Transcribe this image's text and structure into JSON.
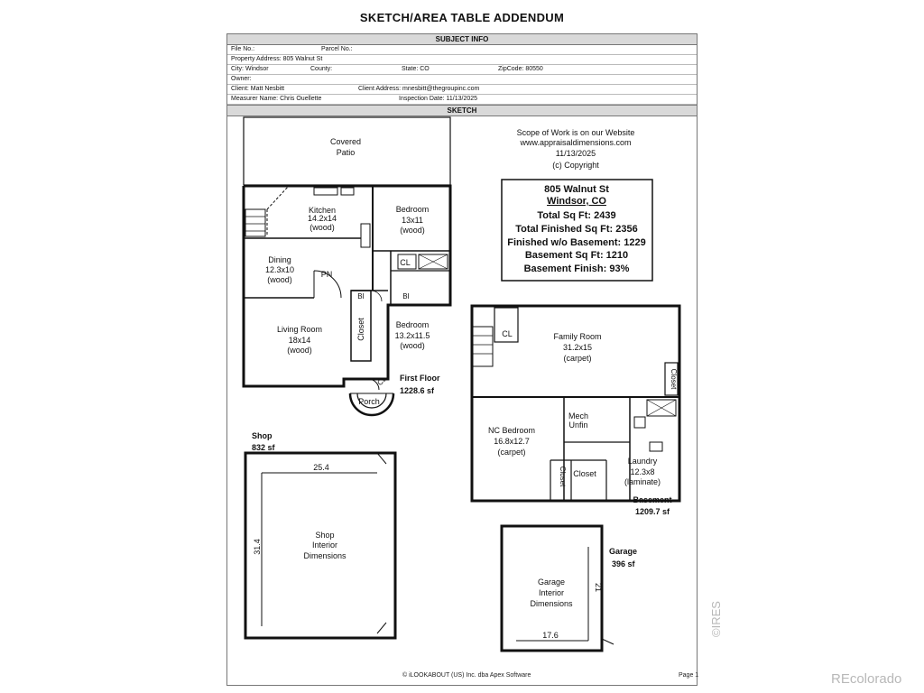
{
  "page_title": "SKETCH/AREA TABLE ADDENDUM",
  "subject": {
    "header": "SUBJECT INFO",
    "file_no_label": "File No.:",
    "parcel_no_label": "Parcel No.:",
    "property_address": "Property Address: 805 Walnut St",
    "city": "City: Windsor",
    "county_label": "County:",
    "state": "State: CO",
    "zipcode": "ZipCode: 80550",
    "owner_label": "Owner:",
    "client": "Client: Matt Nesbitt",
    "client_address": "Client Address: mnesbitt@thegroupinc.com",
    "measurer": "Measurer Name: Chris Ouellette",
    "inspection_date": "Inspection Date: 11/13/2025"
  },
  "sketch_header": "SKETCH",
  "scope": {
    "line1": "Scope of Work is on our Website",
    "line2": "www.appraisaldimensions.com",
    "line3": "11/13/2025",
    "line4": "(c) Copyright"
  },
  "summary": {
    "address": "805 Walnut St",
    "city": "Windsor, CO",
    "total_sqft": "Total Sq Ft: 2439",
    "total_finished": "Total Finished Sq Ft: 2356",
    "finished_wo_basement": "Finished w/o Basement: 1229",
    "basement_sqft": "Basement Sq Ft: 1210",
    "basement_finish": "Basement Finish: 93%"
  },
  "first_floor": {
    "label": "First Floor",
    "area": "1228.6 sf",
    "covered_patio": [
      "Covered",
      "Patio"
    ],
    "kitchen": [
      "Kitchen",
      "14.2x14",
      "(wood)"
    ],
    "bedroom1": [
      "Bedroom",
      "13x11",
      "(wood)"
    ],
    "dining": [
      "Dining",
      "12.3x10",
      "(wood)"
    ],
    "living": [
      "Living Room",
      "18x14",
      "(wood)"
    ],
    "bedroom2": [
      "Bedroom",
      "13.2x11.5",
      "(wood)"
    ],
    "closet": "Closet",
    "porch": "Porch",
    "cl": "CL",
    "bi": "BI",
    "pn": "PN"
  },
  "basement": {
    "label": "Basement",
    "area": "1209.7 sf",
    "family": [
      "Family Room",
      "31.2x15",
      "(carpet)"
    ],
    "nc_bedroom": [
      "NC Bedroom",
      "16.8x12.7",
      "(carpet)"
    ],
    "mech": [
      "Mech",
      "Unfin"
    ],
    "laundry": [
      "Laundry",
      "12.3x8",
      "(laminate)"
    ],
    "closet": "Closet",
    "cl": "CL"
  },
  "shop": {
    "label": "Shop",
    "area": "832 sf",
    "width": "25.4",
    "depth": "31.4",
    "interior": [
      "Shop",
      "Interior",
      "Dimensions"
    ]
  },
  "garage": {
    "label": "Garage",
    "area": "396 sf",
    "width": "17.6",
    "depth": "21",
    "interior": [
      "Garage",
      "Interior",
      "Dimensions"
    ]
  },
  "footer": {
    "copyright": "© iLOOKABOUT (US) Inc. dba Apex Software",
    "page": "Page 1"
  },
  "watermarks": {
    "ires": "©IRES",
    "recolorado": "REcolorado"
  }
}
